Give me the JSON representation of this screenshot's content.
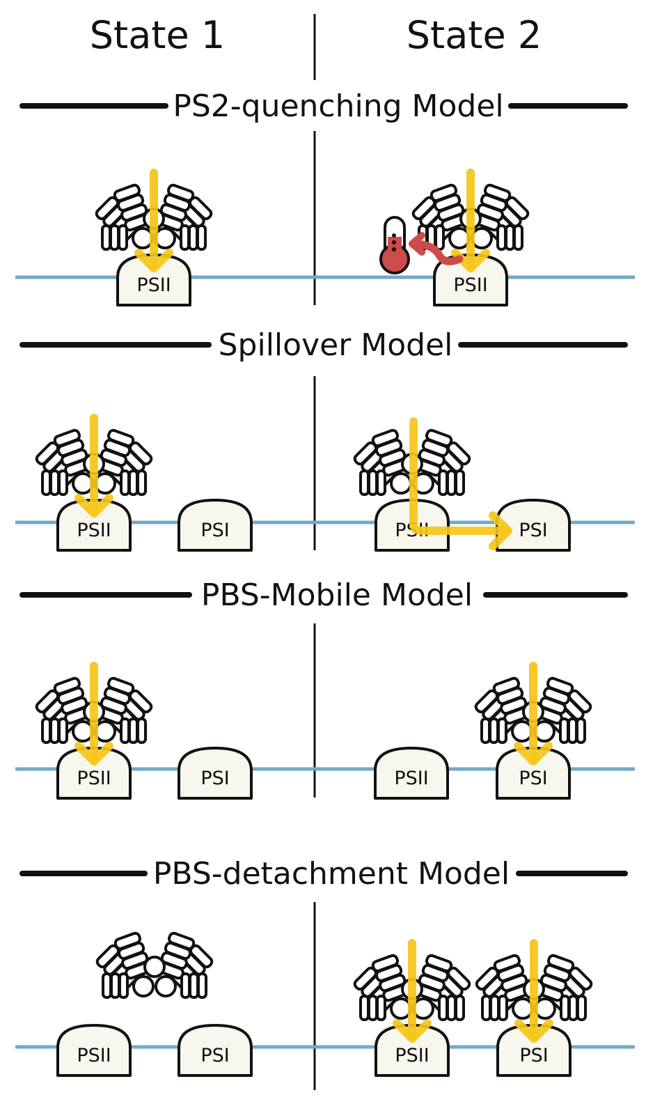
{
  "headers": {
    "state1": "State 1",
    "state2": "State 2"
  },
  "colors": {
    "membrane": "#74a9c6",
    "arrow": "#f5c518",
    "box_fill": "#f8f7ee",
    "stroke": "#111111",
    "thermometer": "#cc4b4b"
  },
  "models": [
    {
      "title": "PS2-quenching Model",
      "state1": {
        "boxes": [
          "PSII"
        ]
      },
      "state2": {
        "boxes": [
          "PSII"
        ],
        "extra_icon": "thermometer-icon"
      }
    },
    {
      "title": "Spillover Model",
      "state1": {
        "boxes": [
          "PSII",
          "PSI"
        ]
      },
      "state2": {
        "boxes": [
          "PSII",
          "PSI"
        ]
      }
    },
    {
      "title": "PBS-Mobile Model",
      "state1": {
        "boxes": [
          "PSII",
          "PSI"
        ]
      },
      "state2": {
        "boxes": [
          "PSII",
          "PSI"
        ]
      }
    },
    {
      "title": "PBS-detachment Model",
      "state1": {
        "boxes": [
          "PSII",
          "PSI"
        ]
      },
      "state2": {
        "boxes": [
          "PSII",
          "PSI"
        ]
      }
    }
  ],
  "icons": {
    "antenna": "phycobilisome-icon",
    "arrow": "energy-arrow-icon",
    "heat": "thermometer-icon"
  }
}
